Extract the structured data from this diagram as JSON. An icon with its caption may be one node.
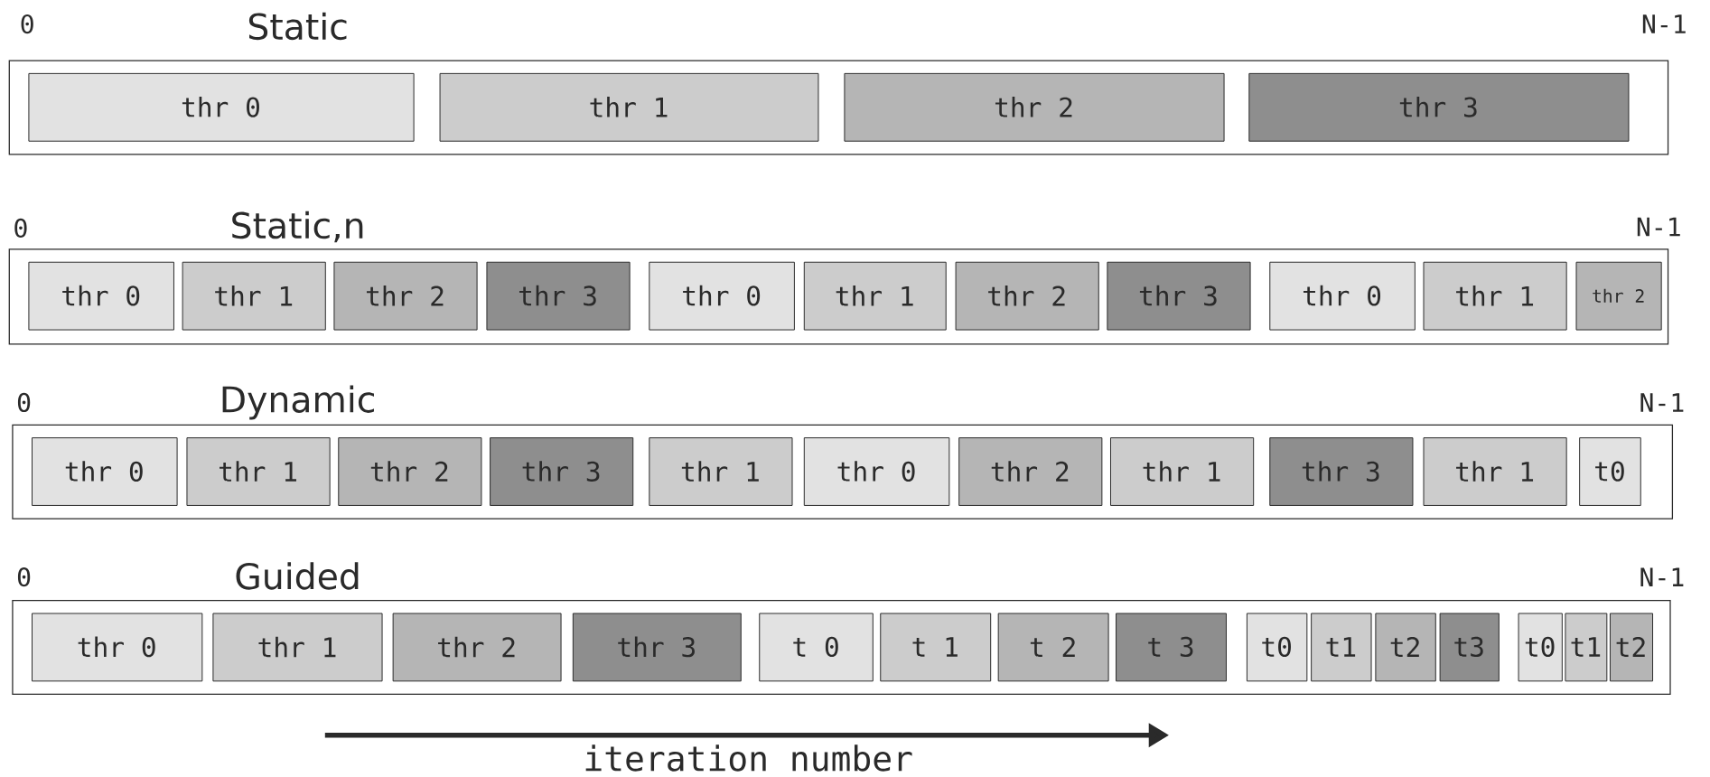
{
  "diagram": {
    "nodes": [
      {
        "text": [
          "Static"
        ],
        "beside": [
          "0",
          "N-1"
        ]
      },
      {
        "text": [
          "thr 0"
        ],
        "in": 0
      },
      {
        "text": [
          "thr 1"
        ],
        "in": 0
      },
      {
        "text": [
          "thr 2"
        ],
        "in": 0
      },
      {
        "text": [
          "thr 3"
        ],
        "in": 0
      },
      {
        "text": [
          "Static,n"
        ],
        "beside": [
          "0",
          "N-1"
        ]
      },
      {
        "text": [
          "thr 0"
        ],
        "in": 5
      },
      {
        "text": [
          "thr 1"
        ],
        "in": 5
      },
      {
        "text": [
          "thr 2"
        ],
        "in": 5
      },
      {
        "text": [
          "thr 3"
        ],
        "in": 5
      },
      {
        "text": [
          "thr 0"
        ],
        "in": 5
      },
      {
        "text": [
          "thr 1"
        ],
        "in": 5
      },
      {
        "text": [
          "thr 2"
        ],
        "in": 5
      },
      {
        "text": [
          "thr 3"
        ],
        "in": 5
      },
      {
        "text": [
          "thr 0"
        ],
        "in": 5
      },
      {
        "text": [
          "thr 1"
        ],
        "in": 5
      },
      {
        "text": [
          "thr 2"
        ],
        "in": 5
      },
      {
        "text": [
          "Dynamic"
        ],
        "beside": [
          "0",
          "N-1"
        ]
      },
      {
        "text": [
          "thr 0"
        ],
        "in": 17
      },
      {
        "text": [
          "thr 1"
        ],
        "in": 17
      },
      {
        "text": [
          "thr 2"
        ],
        "in": 17
      },
      {
        "text": [
          "thr 3"
        ],
        "in": 17
      },
      {
        "text": [
          "thr 1"
        ],
        "in": 17
      },
      {
        "text": [
          "thr 0"
        ],
        "in": 17
      },
      {
        "text": [
          "thr 2"
        ],
        "in": 17
      },
      {
        "text": [
          "thr 1"
        ],
        "in": 17
      },
      {
        "text": [
          "thr 3"
        ],
        "in": 17
      },
      {
        "text": [
          "thr 1"
        ],
        "in": 17
      },
      {
        "text": [
          "t0"
        ],
        "in": 17
      },
      {
        "text": [
          "Guided"
        ],
        "beside": [
          "0",
          "N-1"
        ]
      },
      {
        "text": [
          "thr 0"
        ],
        "in": 29
      },
      {
        "text": [
          "thr 1"
        ],
        "in": 29
      },
      {
        "text": [
          "thr 2"
        ],
        "in": 29
      },
      {
        "text": [
          "thr 3"
        ],
        "in": 29
      },
      {
        "text": [
          "t 0"
        ],
        "in": 29
      },
      {
        "text": [
          "t 1"
        ],
        "in": 29
      },
      {
        "text": [
          "t 2"
        ],
        "in": 29
      },
      {
        "text": [
          "t 3"
        ],
        "in": 29
      },
      {
        "text": [
          "t0"
        ],
        "in": 29
      },
      {
        "text": [
          "t1"
        ],
        "in": 29
      },
      {
        "text": [
          "t2"
        ],
        "in": 29
      },
      {
        "text": [
          "t3"
        ],
        "in": 29
      },
      {
        "text": [
          "t0"
        ],
        "in": 29
      },
      {
        "text": [
          "t1"
        ],
        "in": 29
      },
      {
        "text": [
          "t2"
        ],
        "in": 29
      }
    ],
    "labels": [
      "iteration number"
    ]
  }
}
